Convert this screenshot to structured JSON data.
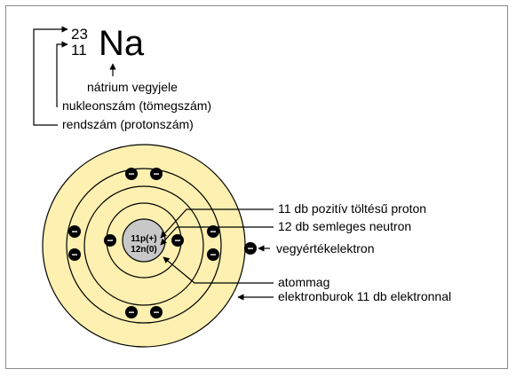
{
  "symbol": {
    "mass_number": "23",
    "atomic_number": "11",
    "element": "Na"
  },
  "symbol_labels": {
    "symbol_label": "nátrium vegyjele",
    "mass_label": "nukleonszám (tömegszám)",
    "atomic_label": "rendszám (protonszám)"
  },
  "nucleus": {
    "protons": "11p(+)",
    "neutrons": "12n(0)"
  },
  "electron_sign": "−",
  "atom_labels": {
    "protons": "11 db pozitív töltésű proton",
    "neutrons": "12 db semleges neutron",
    "valence": "vegyértékelektron",
    "nucleus": "atommag",
    "shell": "elektronburok 11 db elektronnal"
  },
  "colors": {
    "electron_cloud": "#fdf0b0",
    "nucleus": "#c8c8c8",
    "electron": "#000000"
  },
  "shells": [
    2,
    8,
    1
  ]
}
